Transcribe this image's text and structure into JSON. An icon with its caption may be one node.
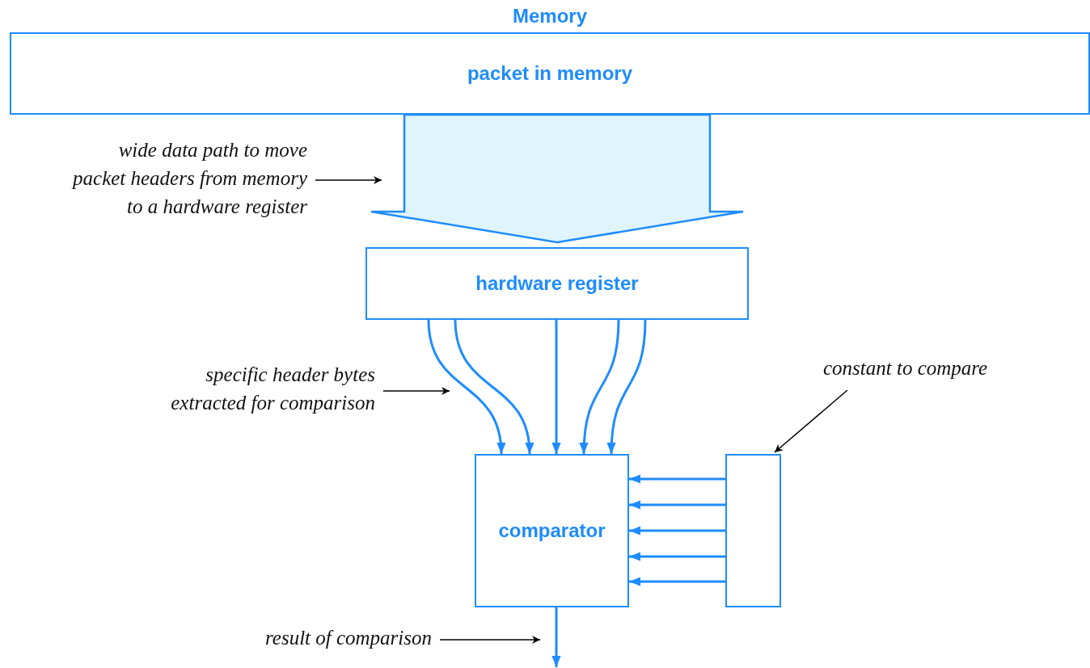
{
  "diagram": {
    "nodes": [
      {
        "text": [
          "Memory",
          "packet in memory"
        ]
      },
      {
        "text": [
          "hardware register"
        ]
      },
      {
        "text": [
          "comparator"
        ]
      },
      {
        "text": [],
        "shape": "box"
      },
      {
        "text": [
          "wide data path to move packet headers from memory to a hardware register"
        ]
      },
      {
        "text": [
          "specific header bytes extracted for comparison"
        ]
      },
      {
        "text": [
          "constant to compare"
        ]
      },
      {
        "text": [
          "result of comparison"
        ]
      }
    ],
    "edges": [
      {
        "from": 0,
        "to": 1,
        "arrow": "to",
        "style": "thick"
      },
      {
        "from": 1,
        "to": 2,
        "arrow": "to"
      },
      {
        "from": 1,
        "to": 2,
        "arrow": "to"
      },
      {
        "from": 1,
        "to": 2,
        "arrow": "to"
      },
      {
        "from": 1,
        "to": 2,
        "arrow": "to"
      },
      {
        "from": 1,
        "to": 2,
        "arrow": "to"
      },
      {
        "from": 3,
        "to": 2,
        "arrow": "to"
      },
      {
        "from": 3,
        "to": 2,
        "arrow": "to"
      },
      {
        "from": 3,
        "to": 2,
        "arrow": "to"
      },
      {
        "from": 3,
        "to": 2,
        "arrow": "to"
      },
      {
        "from": 3,
        "to": 2,
        "arrow": "to"
      },
      {
        "from": 2,
        "to": null,
        "arrow": "to"
      },
      {
        "from": 4,
        "to": null,
        "arrow": "to",
        "color": "#000000"
      },
      {
        "from": 5,
        "to": null,
        "arrow": "to",
        "color": "#000000"
      },
      {
        "from": 6,
        "to": 3,
        "arrow": "to",
        "color": "#000000"
      },
      {
        "from": 7,
        "to": null,
        "arrow": "to",
        "color": "#000000"
      }
    ]
  }
}
